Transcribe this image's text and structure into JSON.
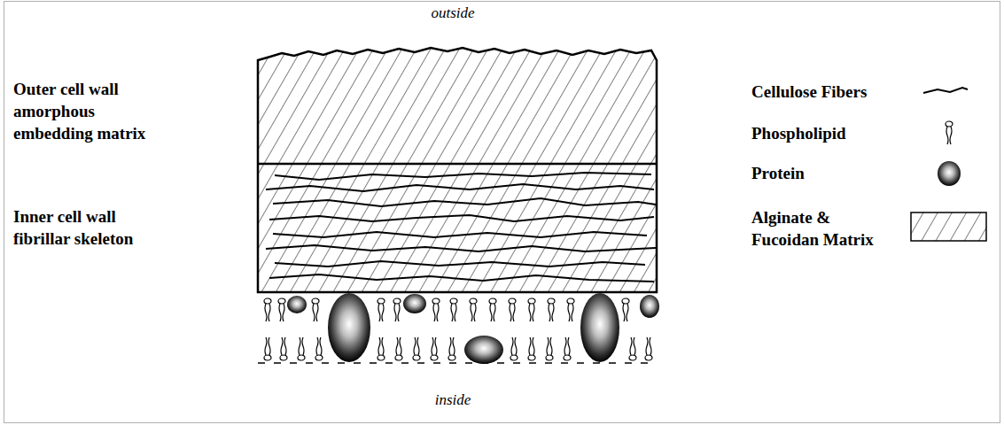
{
  "diagram": {
    "labels": [
      "outside",
      "Outer cell wall amorphous embedding matrix",
      "Inner cell wall fibrillar skeleton",
      "inside"
    ],
    "legend": [
      {
        "text": "Cellulose Fibers"
      },
      {
        "text": "Phospholipid"
      },
      {
        "text": "Protein"
      },
      {
        "text": "Alginate & Fucoidan Matrix"
      }
    ]
  }
}
